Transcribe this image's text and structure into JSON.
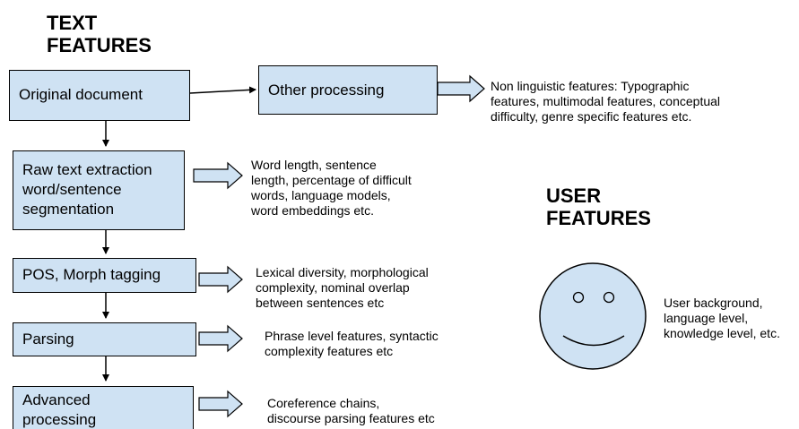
{
  "headings": {
    "text_features": [
      "TEXT",
      "FEATURES"
    ],
    "user_features": [
      "USER",
      "FEATURES"
    ]
  },
  "boxes": {
    "original_document": [
      "Original document"
    ],
    "other_processing": [
      "Other processing"
    ],
    "raw_text_extraction": [
      "Raw text extraction",
      "word/sentence",
      "segmentation"
    ],
    "pos_morph": [
      "POS, Morph tagging"
    ],
    "parsing": [
      "Parsing"
    ],
    "advanced_processing": [
      "Advanced",
      "processing"
    ]
  },
  "notes": {
    "non_linguistic": [
      "Non linguistic features: Typographic",
      "features, multimodal features, conceptual",
      "difficulty, genre specific features etc."
    ],
    "word_length": [
      "Word length, sentence",
      "length, percentage of difficult",
      "words, language models,",
      "word embeddings etc."
    ],
    "lexical": [
      "Lexical diversity, morphological",
      "complexity, nominal overlap",
      "between sentences etc"
    ],
    "phrase": [
      "Phrase level features, syntactic",
      "complexity features etc"
    ],
    "coreference": [
      "Coreference chains,",
      "discourse parsing features etc"
    ],
    "user": [
      "User background,",
      "language level,",
      "knowledge level, etc."
    ]
  },
  "colors": {
    "box_fill": "#cfe2f3",
    "stroke": "#000000",
    "face_fill": "#cfe2f3"
  },
  "icons": [
    "smiley-face-icon"
  ]
}
